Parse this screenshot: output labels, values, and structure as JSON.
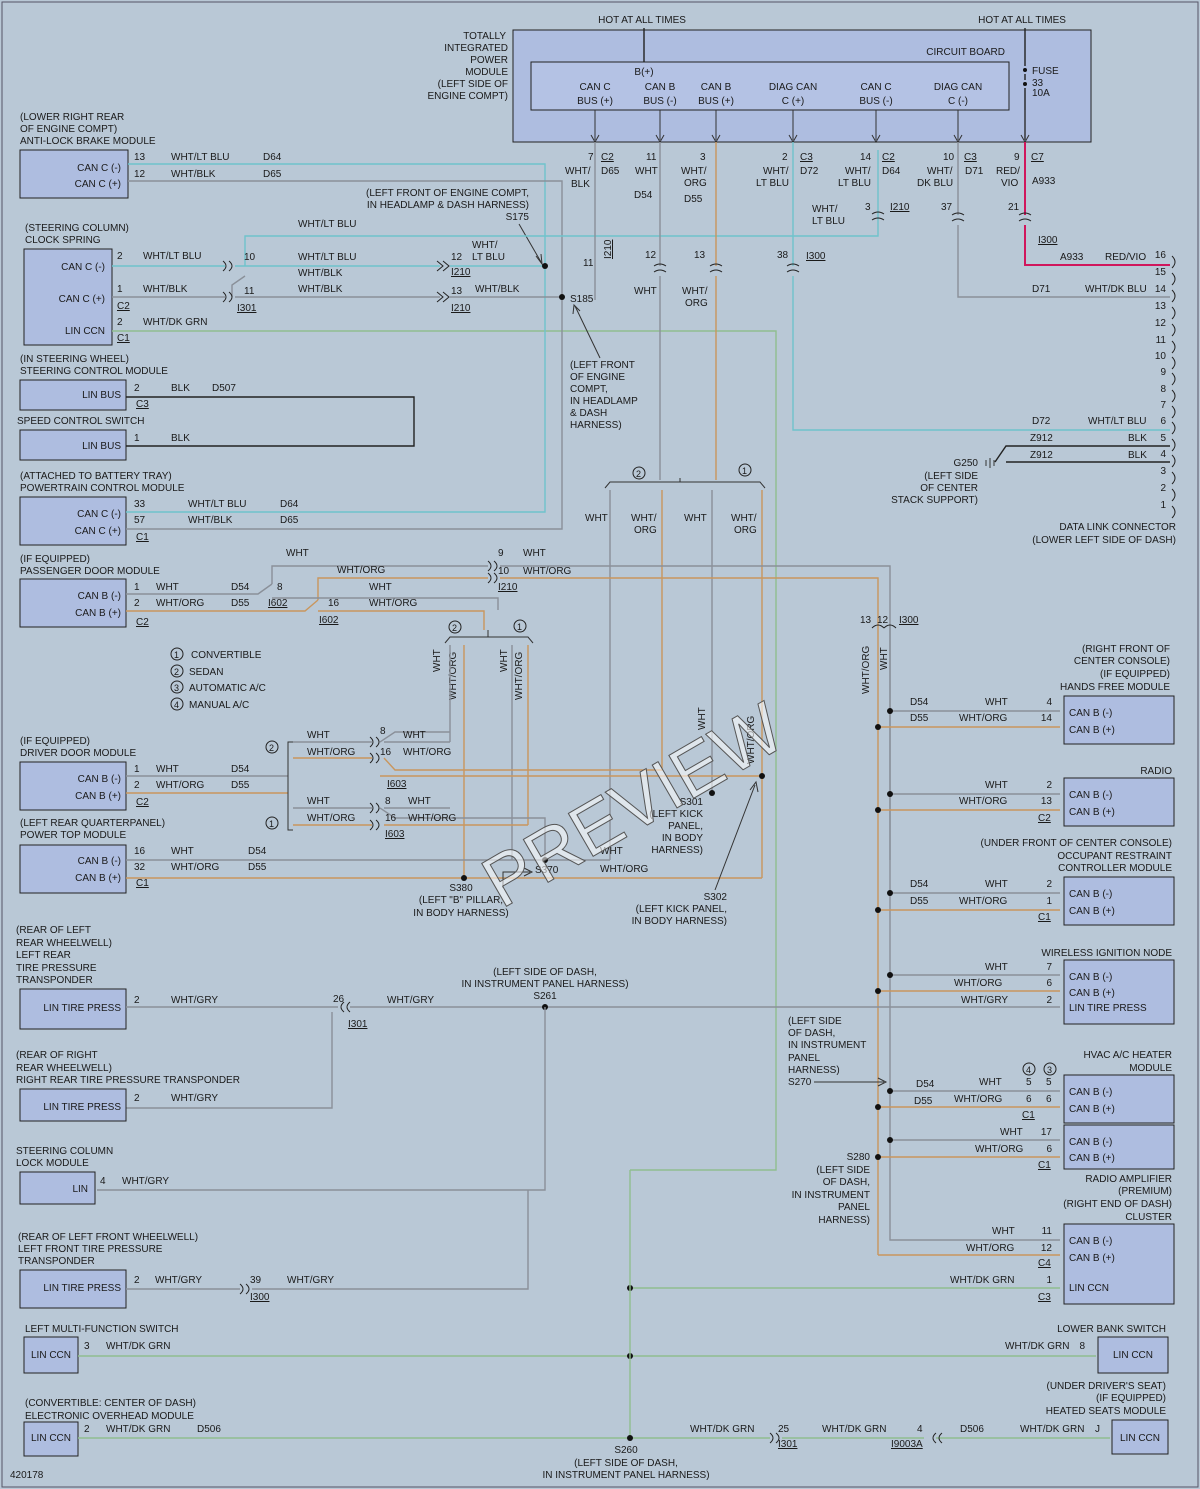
{
  "top": {
    "hot1": "HOT AT ALL TIMES",
    "hot2": "HOT AT ALL TIMES"
  },
  "tipm": {
    "label": [
      "TOTALLY",
      "INTEGRATED",
      "POWER",
      "MODULE",
      "(LEFT SIDE OF",
      "ENGINE COMPT)"
    ],
    "circuit_board": "CIRCUIT BOARD",
    "bplus": "B(+)",
    "fuse": [
      "FUSE",
      "33",
      "10A"
    ],
    "pins": [
      [
        "CAN C",
        "BUS (+)"
      ],
      [
        "CAN B",
        "BUS (-)"
      ],
      [
        "CAN B",
        "BUS (+)"
      ],
      [
        "DIAG CAN",
        "C (+)"
      ],
      [
        "CAN C",
        "BUS (-)"
      ],
      [
        "DIAG CAN",
        "C (-)"
      ]
    ]
  },
  "abs": {
    "title": [
      "(LOWER RIGHT REAR",
      "OF ENGINE COMPT)",
      "ANTI-LOCK BRAKE MODULE"
    ],
    "pins": [
      "CAN C (-)",
      "CAN C (+)"
    ],
    "nums": [
      "13",
      "12"
    ],
    "wires": [
      "WHT/LT BLU",
      "WHT/BLK"
    ],
    "circ": [
      "D64",
      "D65"
    ]
  },
  "clock": {
    "title": [
      "(STEERING COLUMN)",
      "CLOCK SPRING"
    ],
    "pins": [
      "CAN C (-)",
      "CAN C (+)",
      "LIN CCN"
    ],
    "nums": [
      "2",
      "1",
      "2"
    ],
    "wires": [
      "WHT/LT BLU",
      "WHT/BLK",
      "WHT/DK GRN"
    ],
    "conn": [
      "C2",
      "C1"
    ]
  },
  "scm": {
    "title": [
      "(IN STEERING WHEEL)",
      "STEERING CONTROL MODULE"
    ],
    "pin": "LIN BUS",
    "num": "2",
    "wire": "BLK",
    "circ": "D507",
    "conn": "C3"
  },
  "scs": {
    "title": "SPEED CONTROL SWITCH",
    "pin": "LIN BUS",
    "num": "1",
    "wire": "BLK"
  },
  "pcm": {
    "title": [
      "(ATTACHED TO BATTERY TRAY)",
      "POWERTRAIN CONTROL MODULE"
    ],
    "pins": [
      "CAN C (-)",
      "CAN C (+)"
    ],
    "nums": [
      "33",
      "57"
    ],
    "wires": [
      "WHT/LT BLU",
      "WHT/BLK"
    ],
    "circ": [
      "D64",
      "D65"
    ],
    "conn": "C1"
  },
  "pdm": {
    "title": [
      "(IF EQUIPPED)",
      "PASSENGER DOOR MODULE"
    ],
    "pins": [
      "CAN B (-)",
      "CAN B (+)"
    ],
    "nums": [
      "1",
      "2"
    ],
    "wires": [
      "WHT",
      "WHT/ORG"
    ],
    "circ": [
      "D54",
      "D55"
    ],
    "conn": "C2"
  },
  "legend": [
    [
      "1",
      "CONVERTIBLE"
    ],
    [
      "2",
      "SEDAN"
    ],
    [
      "3",
      "AUTOMATIC A/C"
    ],
    [
      "4",
      "MANUAL A/C"
    ]
  ],
  "ddm": {
    "title": [
      "(IF EQUIPPED)",
      "DRIVER DOOR MODULE"
    ],
    "pins": [
      "CAN B (-)",
      "CAN B (+)"
    ],
    "nums": [
      "1",
      "2"
    ],
    "wires": [
      "WHT",
      "WHT/ORG"
    ],
    "circ": [
      "D54",
      "D55"
    ],
    "conn": "C2"
  },
  "ptm": {
    "title": [
      "(LEFT REAR QUARTERPANEL)",
      "POWER TOP MODULE"
    ],
    "pins": [
      "CAN B (-)",
      "CAN B (+)"
    ],
    "nums": [
      "16",
      "32"
    ],
    "wires": [
      "WHT",
      "WHT/ORG"
    ],
    "circ": [
      "D54",
      "D55"
    ],
    "conn": "C1"
  },
  "lrt": {
    "title": [
      "(REAR OF LEFT",
      "REAR WHEELWELL)",
      "LEFT REAR",
      "TIRE PRESSURE",
      "TRANSPONDER"
    ],
    "pin": "LIN TIRE PRESS",
    "num": "2",
    "wire": "WHT/GRY"
  },
  "rrt": {
    "title": [
      "(REAR OF RIGHT",
      "REAR WHEELWELL)",
      "RIGHT REAR TIRE PRESSURE TRANSPONDER"
    ],
    "pin": "LIN TIRE PRESS",
    "num": "2",
    "wire": "WHT/GRY"
  },
  "sclm": {
    "title": [
      "STEERING COLUMN",
      "LOCK MODULE"
    ],
    "pin": "LIN",
    "num": "4",
    "wire": "WHT/GRY"
  },
  "lft": {
    "title": [
      "(REAR OF LEFT FRONT WHEELWELL)",
      "LEFT FRONT TIRE PRESSURE",
      "TRANSPONDER"
    ],
    "pin": "LIN TIRE PRESS",
    "num": "2",
    "wire": "WHT/GRY"
  },
  "lmfs": {
    "title": "LEFT MULTI-FUNCTION SWITCH",
    "pin": "LIN CCN",
    "num": "3",
    "wire": "WHT/DK GRN"
  },
  "eohm": {
    "title": [
      "(CONVERTIBLE: CENTER OF DASH)",
      "ELECTRONIC OVERHEAD MODULE"
    ],
    "pin": "LIN CCN",
    "num": "2",
    "wire": "WHT/DK GRN",
    "circ": "D506"
  },
  "dlc": {
    "title": [
      "DATA LINK CONNECTOR",
      "(LOWER LEFT SIDE OF DASH)"
    ],
    "pins": [
      "16",
      "15",
      "14",
      "13",
      "12",
      "11",
      "10",
      "9",
      "8",
      "7",
      "6",
      "5",
      "4",
      "3",
      "2",
      "1"
    ]
  },
  "hfm": {
    "title": [
      "(RIGHT FRONT OF",
      "CENTER CONSOLE)",
      "(IF EQUIPPED)",
      "HANDS FREE MODULE"
    ],
    "pins": [
      "CAN B (-)",
      "CAN B (+)"
    ],
    "nums": [
      "4",
      "14"
    ],
    "wires": [
      "WHT",
      "WHT/ORG"
    ],
    "circ": [
      "D54",
      "D55"
    ]
  },
  "radio": {
    "title": "RADIO",
    "pins": [
      "CAN B (-)",
      "CAN B (+)"
    ],
    "nums": [
      "2",
      "13"
    ],
    "wires": [
      "WHT",
      "WHT/ORG"
    ],
    "conn": "C2"
  },
  "ocm": {
    "title": [
      "(UNDER FRONT OF CENTER CONSOLE)",
      "OCCUPANT RESTRAINT",
      "CONTROLLER MODULE"
    ],
    "pins": [
      "CAN B (-)",
      "CAN B (+)"
    ],
    "nums": [
      "2",
      "1"
    ],
    "wires": [
      "WHT",
      "WHT/ORG"
    ],
    "circ": [
      "D54",
      "D55"
    ],
    "conn": "C1"
  },
  "win": {
    "title": "WIRELESS IGNITION NODE",
    "pins": [
      "CAN B (-)",
      "CAN B (+)",
      "LIN TIRE PRESS"
    ],
    "nums": [
      "7",
      "6",
      "2"
    ],
    "wires": [
      "WHT",
      "WHT/ORG",
      "WHT/GRY"
    ]
  },
  "hvac": {
    "title": [
      "HVAC A/C HEATER",
      "MODULE"
    ],
    "pins": [
      "CAN B (-)",
      "CAN B (+)"
    ],
    "n4": [
      "5",
      "6"
    ],
    "n3": [
      "5",
      "6"
    ],
    "wires": [
      "WHT",
      "WHT/ORG"
    ],
    "circ": [
      "D54",
      "D55"
    ],
    "conn": "C1"
  },
  "amp": {
    "title": [
      "RADIO AMPLIFIER",
      "(PREMIUM)",
      "(RIGHT END OF DASH)"
    ],
    "pins": [
      "CAN B (-)",
      "CAN B (+)"
    ],
    "nums": [
      "17",
      "6"
    ],
    "wires": [
      "WHT",
      "WHT/ORG"
    ],
    "conn": "C1"
  },
  "cluster": {
    "title": "CLUSTER",
    "pins": [
      "CAN B (-)",
      "CAN B (+)",
      "LIN CCN"
    ],
    "nums": [
      "11",
      "12",
      "1"
    ],
    "wires": [
      "WHT",
      "WHT/ORG",
      "WHT/DK GRN"
    ],
    "conn": [
      "C4",
      "C3"
    ]
  },
  "lbs": {
    "title": "LOWER BANK SWITCH",
    "pin": "LIN CCN",
    "num": "8",
    "wire": "WHT/DK GRN"
  },
  "hsm": {
    "title": [
      "(UNDER DRIVER'S SEAT)",
      "(IF EQUIPPED)",
      "HEATED SEATS MODULE"
    ],
    "pin": "LIN CCN",
    "num": "J",
    "wire": "WHT/DK GRN",
    "circ": "D506"
  },
  "splices": {
    "s175": [
      "(LEFT FRONT OF ENGINE COMPT,",
      "IN HEADLAMP & DASH HARNESS)",
      "S175"
    ],
    "s185": [
      "(LEFT FRONT",
      "OF ENGINE",
      "COMPT,",
      "IN HEADLAMP",
      "& DASH",
      "HARNESS)"
    ],
    "s380": [
      "S380",
      "(LEFT \"B\" PILLAR,",
      "IN BODY HARNESS)"
    ],
    "s301": [
      "S301",
      "(LEFT KICK",
      "PANEL,",
      "IN BODY",
      "HARNESS)"
    ],
    "s302": [
      "S302",
      "(LEFT KICK PANEL,",
      "IN BODY HARNESS)"
    ],
    "s261": [
      "(LEFT SIDE OF DASH,",
      "IN INSTRUMENT PANEL HARNESS)",
      "S261"
    ],
    "s270": [
      "(LEFT SIDE",
      "OF DASH,",
      "IN INSTRUMENT",
      "PANEL",
      "HARNESS)",
      "S270"
    ],
    "s280": [
      "S280",
      "(LEFT SIDE",
      "OF DASH,",
      "IN INSTRUMENT",
      "PANEL",
      "HARNESS)"
    ],
    "s260": [
      "S260",
      "(LEFT SIDE OF DASH,",
      "IN INSTRUMENT PANEL HARNESS)"
    ],
    "g250": [
      "G250",
      "(LEFT SIDE",
      "OF CENTER",
      "STACK SUPPORT)"
    ]
  },
  "figno": "420178",
  "watermark": "PREVIEW"
}
